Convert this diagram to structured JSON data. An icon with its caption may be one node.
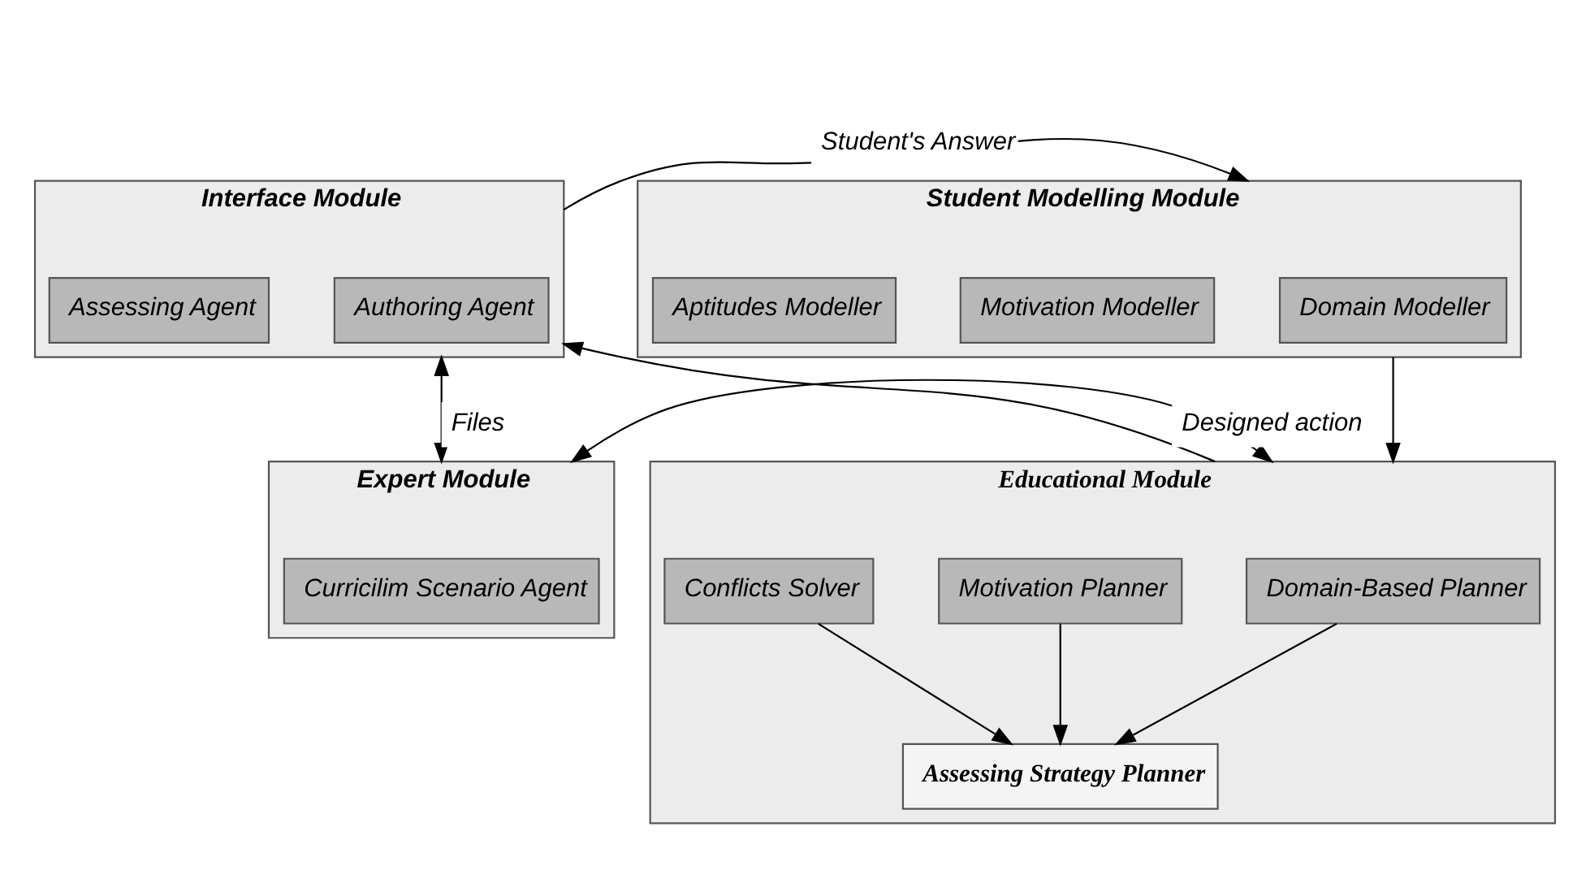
{
  "diagram": {
    "nodes": [
      {
        "text": [
          "Interface Module"
        ]
      },
      {
        "text": [
          "Authoring Agent"
        ],
        "in": 0
      },
      {
        "text": [
          "Assessing Agent"
        ],
        "in": 0
      },
      {
        "text": [
          "Student Modelling Module"
        ]
      },
      {
        "text": [
          "Domain Modeller"
        ],
        "in": 3
      },
      {
        "text": [
          "Motivation Modeller"
        ],
        "in": 3
      },
      {
        "text": [
          "Aptitudes Modeller"
        ],
        "in": 3
      },
      {
        "text": [
          "Expert Module"
        ]
      },
      {
        "text": [
          "Curricilim Scenario Agent"
        ],
        "in": 7
      },
      {
        "text": [
          "Educational Module"
        ]
      },
      {
        "text": [
          "Domain-Based Planner"
        ],
        "in": 9
      },
      {
        "text": [
          "Motivation Planner"
        ],
        "in": 9
      },
      {
        "text": [
          "Assessing Strategy Planner"
        ],
        "in": 9
      },
      {
        "text": [
          "Conflicts Solver"
        ],
        "in": 9
      }
    ],
    "edges": [
      {
        "from": 0,
        "to": 3,
        "arrow": "to",
        "label": "Student's Answer"
      },
      {
        "from": 9,
        "to": 0,
        "arrow": "to",
        "label": "Designed action"
      },
      {
        "from": 0,
        "to": 7,
        "arrow": "both",
        "label": "Files"
      },
      {
        "from": 3,
        "to": 9,
        "arrow": "to"
      },
      {
        "from": 7,
        "to": 9,
        "arrow": "both"
      },
      {
        "from": 10,
        "to": 12,
        "arrow": "to"
      },
      {
        "from": 11,
        "to": 12,
        "arrow": "to"
      },
      {
        "from": 13,
        "to": 12,
        "arrow": "to"
      }
    ]
  }
}
